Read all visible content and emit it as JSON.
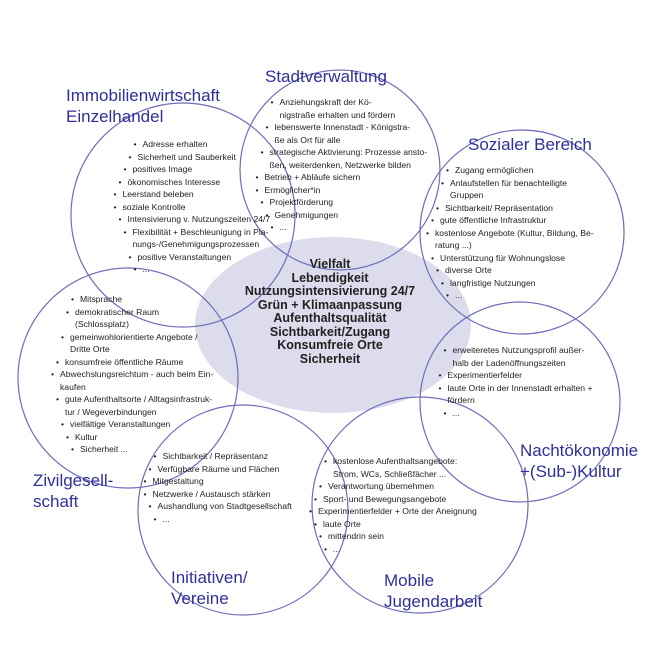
{
  "center_values": [
    "Vielfalt",
    "Lebendigkeit",
    "Nutzungsintensivierung 24/7",
    "Grün + Klimaanpassung",
    "Aufenthaltsqualität",
    "Sichtbarkeit/Zugang",
    "Konsumfreie Orte",
    "Sicherheit"
  ],
  "colors": {
    "accent": "#2f2f9c",
    "circle": "#6d6dbb",
    "ellipse": "#dcdcec"
  },
  "groups": {
    "immobilien": {
      "title": "Immobilienwirtschaft\nEinzelhandel",
      "items": [
        "Adresse erhalten",
        "Sicherheit und Sauberkeit",
        "positives Image",
        "ökonomisches Interesse",
        "Leerstand beleben",
        "soziale Kontrolle",
        "Intensivierung v. Nutzungszeiten 24/7",
        "Flexibilität + Beschleunigung in Pla-\nnungs-/Genehmigungsprozessen",
        "positive Veranstaltungen",
        "..."
      ]
    },
    "stadtverwaltung": {
      "title": "Stadtverwaltung",
      "items": [
        "Anziehungskraft der Kö-\nnigstraße  erhalten und fördern",
        "lebenswerte Innenstadt -  Königstra-\nße als Ort für alle",
        "strategische Aktivierung: Prozesse ansto-\nßen, weiterdenken, Netzwerke bilden",
        "Betrieb + Abläufe sichern",
        "Ermöglicher*in",
        "Projektförderung",
        "Genehmigungen",
        "..."
      ]
    },
    "sozial": {
      "title": "Sozialer Bereich",
      "items": [
        "Zugang ermöglichen",
        "Anlaufstellen für benachteiligte\nGruppen",
        "Sichtbarkeit/ Repräsentation",
        "gute öffentliche Infrastruktur",
        "kostenlose Angebote (Kultur, Bildung, Be-\nratung ...)",
        "Unterstützung für Wohnungslose",
        "diverse Orte",
        "langfristige Nutzungen",
        "..."
      ]
    },
    "zivil": {
      "title": "Zivilgesell-\nschaft",
      "items": [
        "Mitsprache",
        "demokratischer Raum\n(Schlossplatz)",
        "gemeinwohlorientierte Angebote /\nDritte Orte",
        "konsumfreie öffentliche Räume",
        "Abwechslungsreichtum - auch beim Ein-\nkaufen",
        "gute Aufenthaltsorte / Alltagsinfrastruk-\ntur / Wegeverbindungen",
        "vielfältige Veranstaltungen",
        "Kultur",
        "Sicherheit ..."
      ]
    },
    "nacht": {
      "title": "Nachtökonomie\n+(Sub-)Kultur",
      "items": [
        "erweiteretes Nutzungsprofil außer-\nhalb der Ladenöffnungszeiten",
        "Experimentierfelder",
        "laute Orte in der Innenstadt erhalten +\nfördern",
        "..."
      ]
    },
    "initiativen": {
      "title": "Initiativen/\nVereine",
      "items": [
        "Sichtbarkeit / Repräsentanz",
        "Verfügbare Räume und Flächen",
        "Mitgestaltung",
        "Netzwerke / Austausch stärken",
        "Aushandlung von Stadtgesellschaft",
        "..."
      ]
    },
    "mobile": {
      "title": "Mobile\nJugendarbeit",
      "items": [
        "kostenlose Aufenthaltsangebote:\nStrom, WCs, Schließfächer ...",
        "Verantwortung übernehmen",
        "Sport- und Bewegungsangebote",
        "Experimentierfelder + Orte der Aneignung",
        "laute Orte",
        "mittendrin sein",
        "..."
      ]
    }
  }
}
